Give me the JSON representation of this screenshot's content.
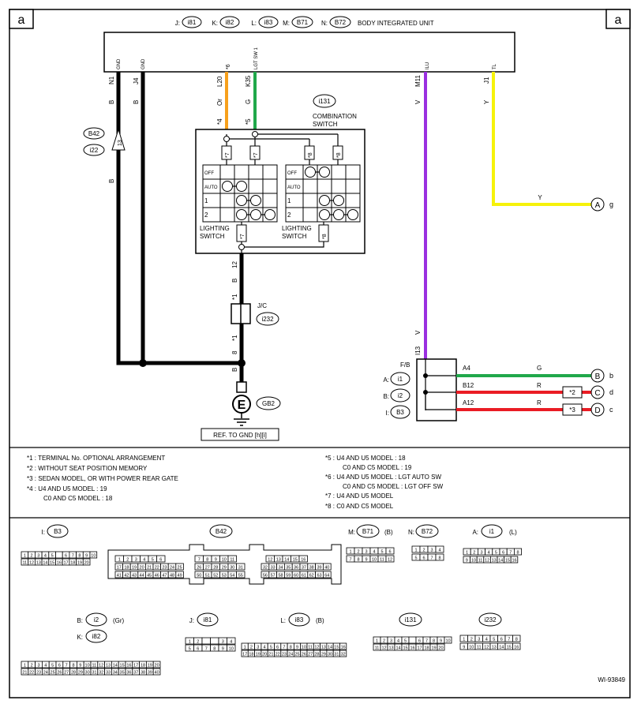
{
  "corner_label": "a",
  "unit": {
    "title": "BODY INTEGRATED UNIT",
    "connectors": [
      {
        "prefix": "J:",
        "id": "i81"
      },
      {
        "prefix": "K:",
        "id": "i82"
      },
      {
        "prefix": "L:",
        "id": "i83"
      },
      {
        "prefix": "M:",
        "id": "B71"
      },
      {
        "prefix": "N:",
        "id": "B72"
      }
    ],
    "pins": [
      {
        "name": "GND",
        "term": "N1",
        "color": "B"
      },
      {
        "name": "GND",
        "term": "J4",
        "color": "B"
      },
      {
        "name": "*6",
        "term": "L20",
        "color": "Or"
      },
      {
        "name": "LGT SW 1",
        "term": "K35",
        "color": "G"
      },
      {
        "name": "ILU",
        "term": "M11",
        "color": "V"
      },
      {
        "name": "TL",
        "term": "J1",
        "color": "Y"
      }
    ]
  },
  "wires": {
    "b_left": "B",
    "b42": "B42",
    "i22": "i22",
    "marker13": "13",
    "star4": "*4",
    "star5": "*5",
    "a_color": "Y",
    "a_label": "A",
    "a_sub": "g"
  },
  "switch": {
    "id": "i131",
    "name1": "COMBINATION",
    "name2": "SWITCH",
    "rows": [
      "OFF",
      "AUTO",
      "1",
      "2"
    ],
    "label1": "LIGHTING",
    "label2": "SWITCH",
    "s7": "*7",
    "s8": "*8",
    "pin12": "12",
    "color12": "B"
  },
  "jc": {
    "label": "J/C",
    "id": "i232",
    "s1": "*1",
    "b": "B",
    "pin8": "8"
  },
  "ground": {
    "symbol": "E",
    "id": "GB2",
    "ref": "REF. TO GND [h][i]"
  },
  "fb": {
    "title": "F/B",
    "vert": "V",
    "vpin": "I13",
    "conns": [
      {
        "p": "A:",
        "id": "i1"
      },
      {
        "p": "B:",
        "id": "i2"
      },
      {
        "p": "I:",
        "id": "B3"
      }
    ],
    "outs": [
      {
        "term": "A4",
        "color": "G",
        "dest": "B",
        "sub": "b",
        "star": ""
      },
      {
        "term": "B12",
        "color": "R",
        "dest": "C",
        "sub": "d",
        "star": "*2"
      },
      {
        "term": "A12",
        "color": "R",
        "dest": "D",
        "sub": "c",
        "star": "*3"
      }
    ]
  },
  "notes": {
    "left": [
      "*1 : TERMINAL No. OPTIONAL ARRANGEMENT",
      "*2 : WITHOUT SEAT POSITION MEMORY",
      "*3 : SEDAN MODEL, OR WITH POWER REAR GATE",
      "*4 : U4 AND U5 MODEL : 19",
      "C0 AND C5 MODEL : 18"
    ],
    "right": [
      "*5 : U4 AND U5 MODEL : 18",
      "C0 AND C5 MODEL : 19",
      "*6 : U4 AND U5 MODEL : LGT AUTO SW",
      "C0 AND C5 MODEL : LGT OFF SW",
      "*7 : U4 AND U5 MODEL",
      "*8 : C0 AND C5 MODEL"
    ]
  },
  "conn_views": [
    {
      "prefix": "I:",
      "id": "B3",
      "suffix": ""
    },
    {
      "prefix": "",
      "id": "B42",
      "suffix": ""
    },
    {
      "prefix": "M:",
      "id": "B71",
      "suffix": "(B)"
    },
    {
      "prefix": "N:",
      "id": "B72",
      "suffix": ""
    },
    {
      "prefix": "A:",
      "id": "i1",
      "suffix": "(L)"
    },
    {
      "prefix": "B:",
      "id": "i2",
      "suffix": "(Gr)"
    },
    {
      "prefix": "K:",
      "id": "i82",
      "suffix": ""
    },
    {
      "prefix": "J:",
      "id": "i81",
      "suffix": ""
    },
    {
      "prefix": "L:",
      "id": "i83",
      "suffix": "(B)"
    },
    {
      "prefix": "",
      "id": "i131",
      "suffix": ""
    },
    {
      "prefix": "",
      "id": "i232",
      "suffix": ""
    }
  ],
  "code": "WI-93849"
}
